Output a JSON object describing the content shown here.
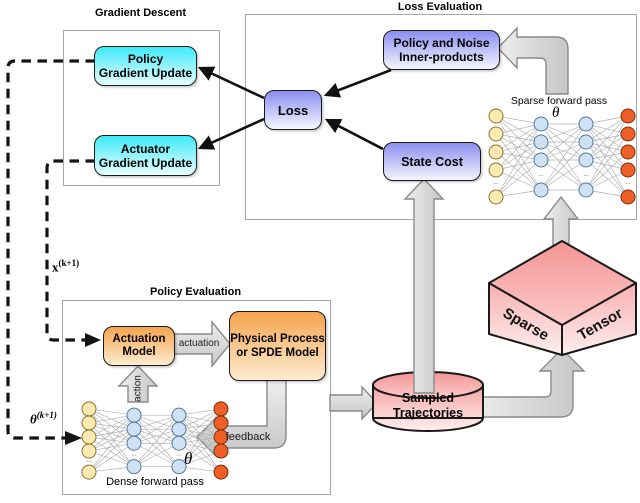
{
  "figure": {
    "sections": {
      "gradient_descent": {
        "title": "Gradient Descent"
      },
      "loss_evaluation": {
        "title": "Loss Evaluation"
      },
      "policy_evaluation": {
        "title": "Policy Evaluation"
      }
    },
    "nodes": {
      "policy_gradient_update": "Policy\nGradient Update",
      "actuator_gradient_update": "Actuator\nGradient Update",
      "loss": "Loss",
      "policy_noise_inner_products": "Policy and Noise\nInner-products",
      "state_cost": "State Cost",
      "actuation_model": "Actuation\nModel",
      "physical_process": "Physical Process\nor SPDE Model",
      "sampled_trajectories": "Sampled\nTrajectories",
      "sparse_tensor": {
        "left_face": "Sparse",
        "right_face": "Tensor"
      }
    },
    "arrow_labels": {
      "actuation": "actuation",
      "action": "action",
      "feedback": "feedback"
    },
    "flow_labels": {
      "x_next": {
        "base": "x",
        "sup": "(k+1)"
      },
      "theta_next": {
        "base": "θ",
        "sup": "(k+1)"
      }
    },
    "networks": {
      "sparse": {
        "caption": "Sparse forward pass",
        "theta": "θ"
      },
      "dense": {
        "caption": "Dense forward pass",
        "theta": "θ"
      }
    },
    "colors": {
      "cyan_box": "#3eeaf8",
      "purple_box": "#8b8eef",
      "orange_box": "#f5a44f",
      "pink": "#f6a2a2",
      "arrow_gray": "#d6d6d6",
      "node_yellow": "#fceab0",
      "node_blue": "#cfe1f4",
      "node_orange": "#ee5f28"
    }
  }
}
